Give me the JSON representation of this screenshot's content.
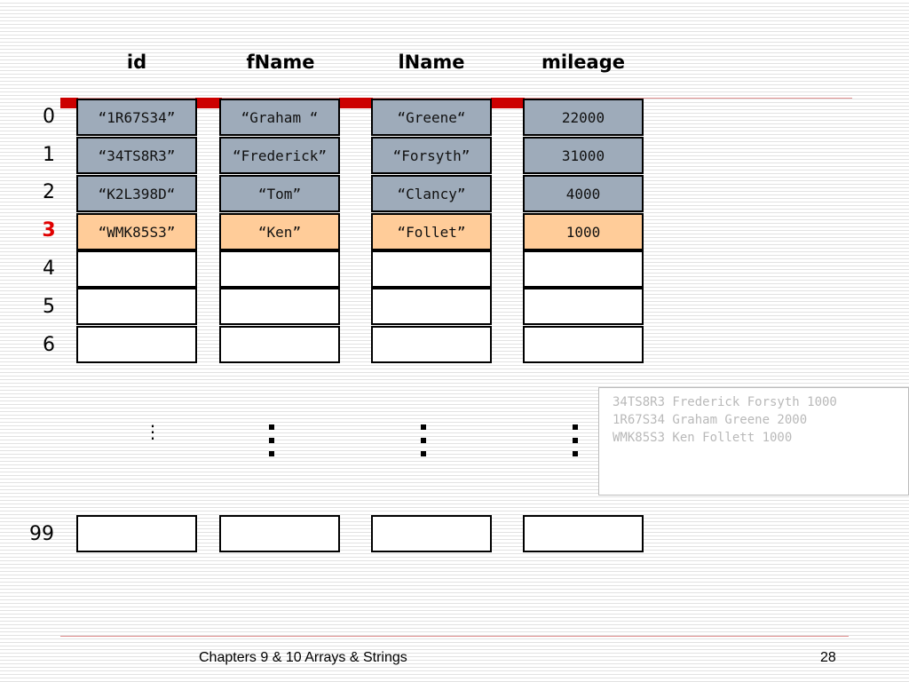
{
  "slide": {
    "columns": [
      "id",
      "fName",
      "lName",
      "mileage"
    ],
    "row_labels": [
      "0",
      "1",
      "2",
      "3",
      "4",
      "5",
      "6"
    ],
    "last_row_label": "99",
    "rows": [
      [
        "“1R67S34”",
        "“Graham “",
        "“Greene“",
        "22000"
      ],
      [
        "“34TS8R3”",
        "“Frederick”",
        "“Forsyth”",
        "31000"
      ],
      [
        "“K2L398D“",
        "“Tom”",
        "“Clancy”",
        "4000"
      ],
      [
        "“WMK85S3”",
        "“Ken”",
        "“Follet”",
        "1000"
      ]
    ],
    "highlight_row": 3,
    "ellipsis": "⋮",
    "note_lines": [
      "34TS8R3 Frederick Forsyth 1000",
      "1R67S34 Graham Greene 2000",
      "WMK85S3 Ken Follett 1000"
    ]
  },
  "footer": {
    "title": "Chapters 9 & 10 Arrays & Strings",
    "page_number": "28"
  },
  "colors": {
    "filled": "#9eabba",
    "highlight": "#ffcc99",
    "accent_red": "#cc0000",
    "highlight_label": "#e00000"
  }
}
